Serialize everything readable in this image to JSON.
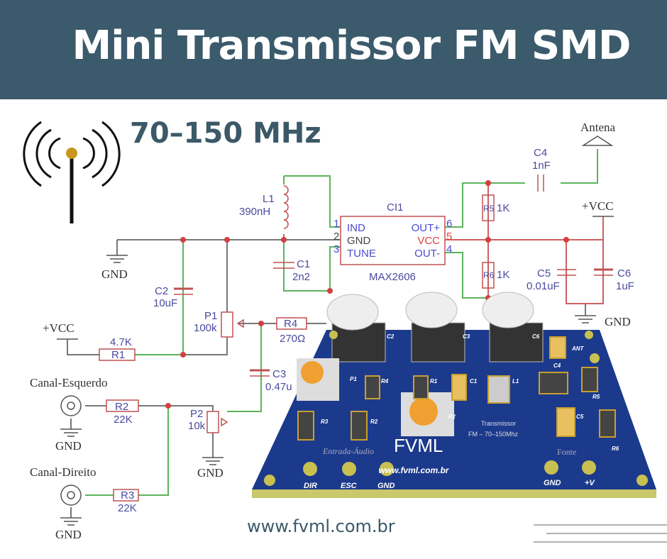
{
  "header": {
    "title": "Mini Transmissor FM SMD"
  },
  "frequency": "70–150 MHz",
  "antenna_icon": "radio-antenna-icon",
  "colors": {
    "header_bg": "#3b5a6b",
    "accent_text": "#3b5968",
    "pcb": "#1a3a8a",
    "wire_green": "#5bb35b",
    "wire_red": "#d06060"
  },
  "schematic": {
    "antenna": "Antena",
    "c4": {
      "name": "C4",
      "value": "1nF"
    },
    "l1": {
      "name": "L1",
      "value": "390nH"
    },
    "ic": {
      "name": "CI1",
      "part": "MAX2606",
      "pins_left": [
        "IND",
        "GND",
        "TUNE"
      ],
      "pins_left_num": [
        "1",
        "2",
        "3"
      ],
      "pins_right": [
        "OUT+",
        "VCC",
        "OUT-"
      ],
      "pins_right_num": [
        "6",
        "5",
        "4"
      ]
    },
    "r5": {
      "name": "R5",
      "value": "1K"
    },
    "r6": {
      "name": "R6",
      "value": "1K"
    },
    "vcc_right": "+VCC",
    "vcc_left": "+VCC",
    "c5": {
      "name": "C5",
      "value": "0.01uF"
    },
    "c6": {
      "name": "C6",
      "value": "1uF"
    },
    "c1": {
      "name": "C1",
      "value": "2n2"
    },
    "c2": {
      "name": "C2",
      "value": "10uF"
    },
    "p1": {
      "name": "P1",
      "value": "100k"
    },
    "r4": {
      "name": "R4",
      "value": "270Ω"
    },
    "r1": {
      "name": "R1",
      "value": "4.7K"
    },
    "c3": {
      "name": "C3",
      "value": "0.47u"
    },
    "r2": {
      "name": "R2",
      "value": "22K"
    },
    "r3": {
      "name": "R3",
      "value": "22K"
    },
    "p2": {
      "name": "P2",
      "value": "10k"
    },
    "gnd": "GND",
    "left_channel": "Canal-Esquerdo",
    "right_channel": "Canal-Direito"
  },
  "pcb": {
    "brand": "FVML",
    "url": "www.fvml.com.br",
    "subtitle1": "Transmissor",
    "subtitle2": "FM – 70–150Mhz",
    "audio_label": "Entrada-Áudio",
    "power_label": "Fonte",
    "pads": [
      "DIR",
      "ESC",
      "GND",
      "GND",
      "+V"
    ],
    "ant": "ANT",
    "parts": [
      "C2",
      "C3",
      "C6",
      "C4",
      "P1",
      "R4",
      "R1",
      "C1",
      "L1",
      "R5",
      "R3",
      "R2",
      "P2",
      "C5",
      "R6"
    ]
  },
  "footer": {
    "url": "www.fvml.com.br"
  }
}
